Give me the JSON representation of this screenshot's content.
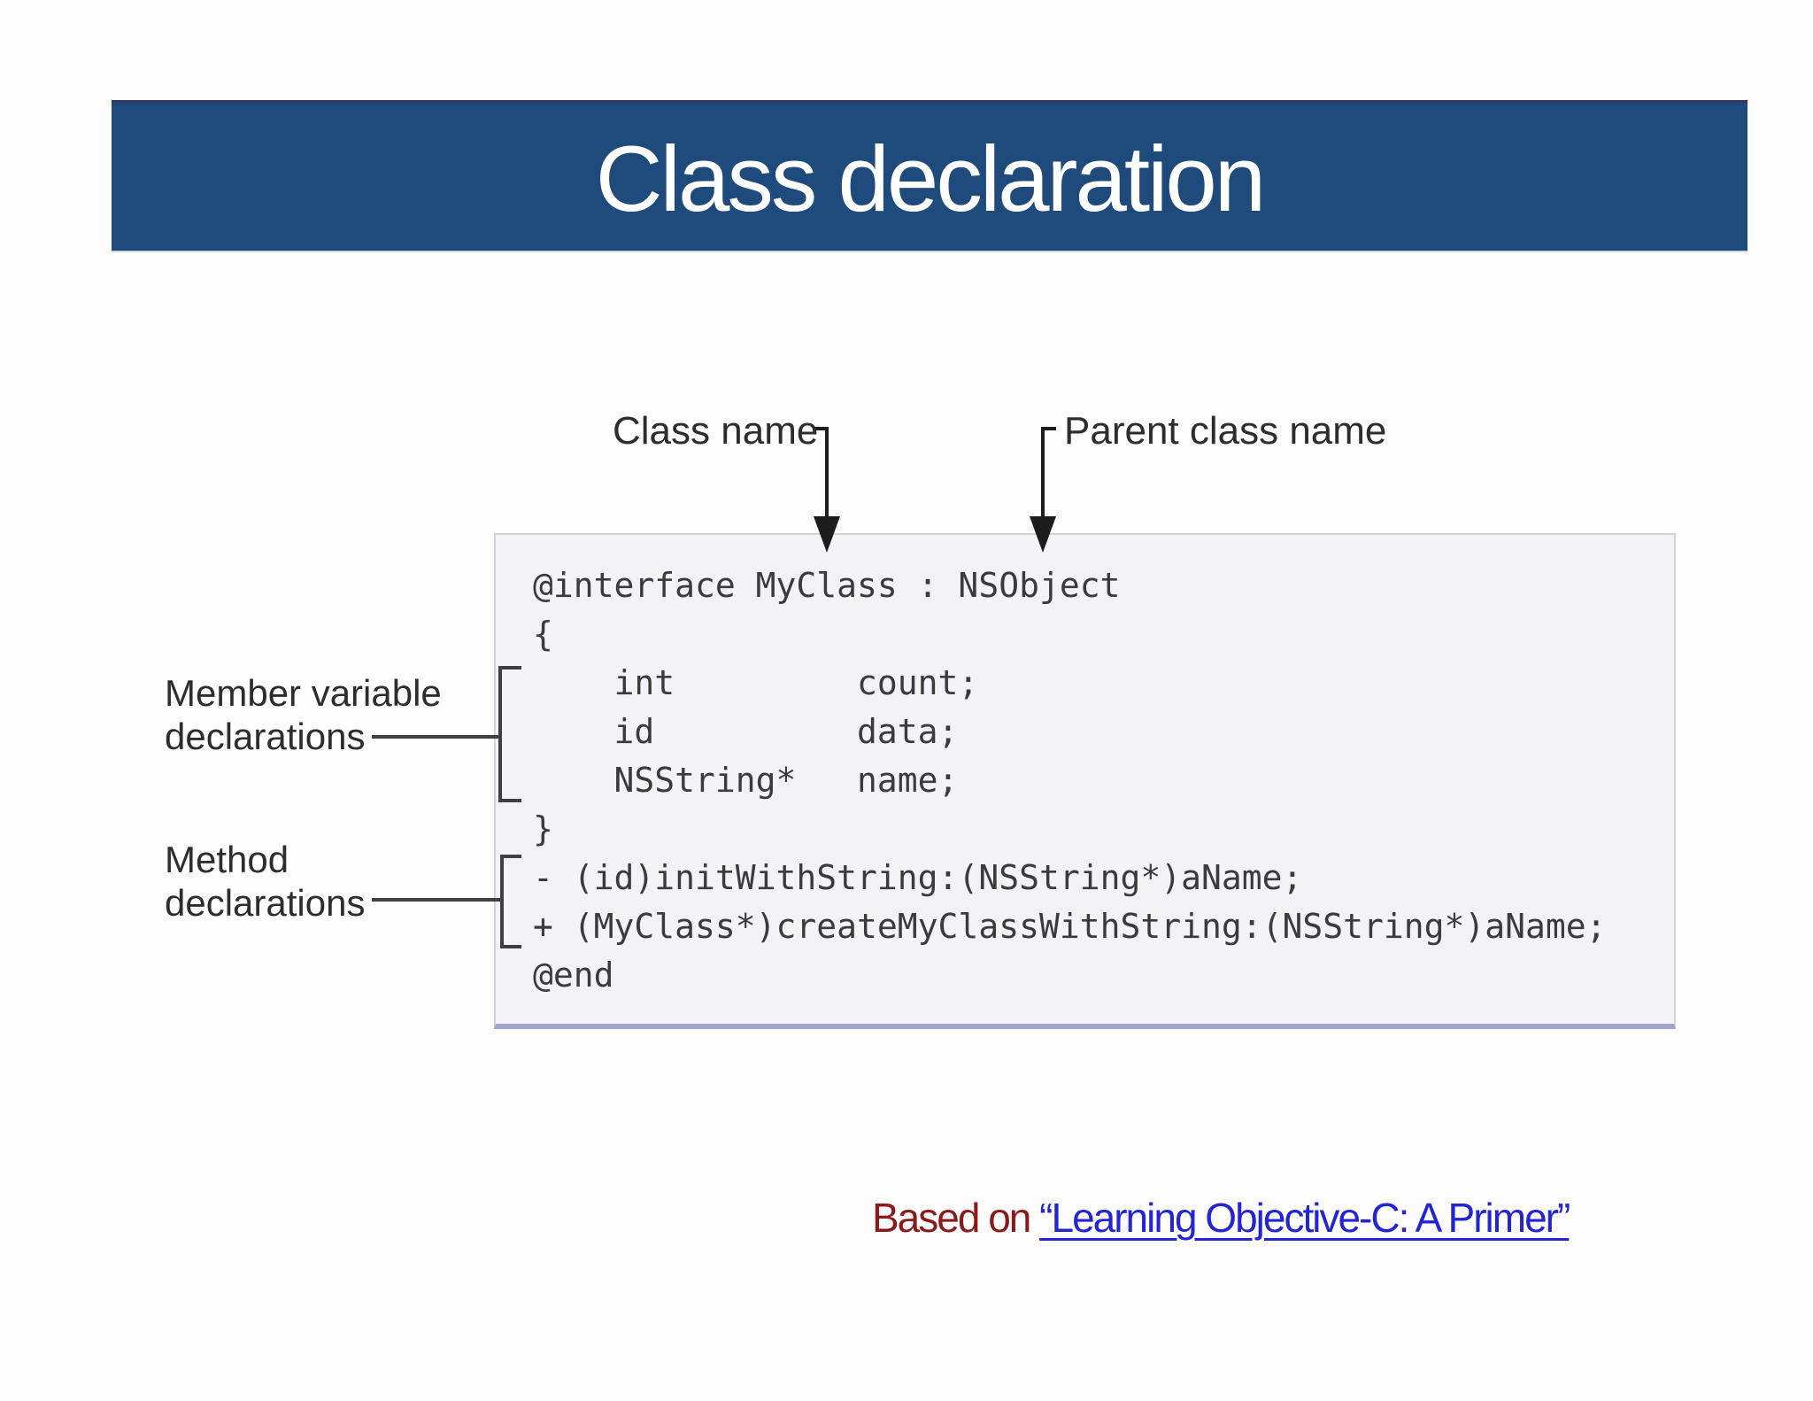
{
  "slide": {
    "title": "Class declaration",
    "title_bar_color": "#1e4b7b",
    "title_text_color": "#ffffff",
    "background_color": "#fdfdfd"
  },
  "diagram": {
    "annotations": {
      "class_name": "Class name",
      "parent_class_name": "Parent class name",
      "member_vars_line1": "Member variable",
      "member_vars_line2": "declarations",
      "methods_line1": "Method",
      "methods_line2": "declarations"
    },
    "code": {
      "background_color": "#f2f2f7",
      "lines": [
        "@interface MyClass : NSObject",
        "{",
        "    int         count;",
        "    id          data;",
        "    NSString*   name;",
        "}",
        "- (id)initWithString:(NSString*)aName;",
        "+ (MyClass*)createMyClassWithString:(NSString*)aName;",
        "@end"
      ]
    }
  },
  "footer": {
    "prefix": "Based on ",
    "link_text": "“Learning Objective-C: A Primer”",
    "prefix_color": "#8b1b1b",
    "link_color": "#2424d2"
  }
}
